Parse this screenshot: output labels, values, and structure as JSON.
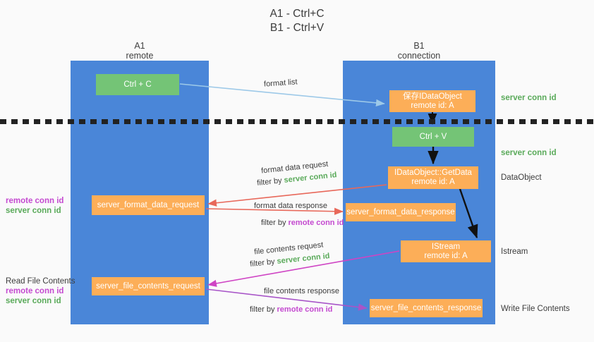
{
  "title": {
    "line1": "A1 - Ctrl+C",
    "line2": "B1 - Ctrl+V"
  },
  "lanes": [
    {
      "id": "a1",
      "name": "A1",
      "sub": "remote",
      "color": "#4a86d8"
    },
    {
      "id": "b1",
      "name": "B1",
      "sub": "connection",
      "color": "#4a86d8"
    }
  ],
  "boxes": {
    "ctrl_c": {
      "line1": "Ctrl + C",
      "color": "#74c476"
    },
    "save_dataobject": {
      "line1": "保存IDataObject",
      "line2": "remote id: A",
      "color": "#fcae58"
    },
    "ctrl_v": {
      "line1": "Ctrl + V",
      "color": "#74c476"
    },
    "getdata": {
      "line1": "IDataObject::GetData",
      "line2": "remote id: A",
      "color": "#fcae58"
    },
    "format_data_request": {
      "line1": "server_format_data_request",
      "color": "#fcae58"
    },
    "format_data_response": {
      "line1": "server_format_data_response",
      "color": "#fcae58"
    },
    "istream": {
      "line1": "IStream",
      "line2": "remote id: A",
      "color": "#fcae58"
    },
    "file_contents_request": {
      "line1": "server_file_contents_request",
      "color": "#fcae58"
    },
    "file_contents_response": {
      "line1": "server_file_contents_response",
      "color": "#fcae58"
    }
  },
  "edges": {
    "format_list": {
      "label": "format list",
      "color": "#9dc9e8"
    },
    "format_data_request": {
      "label": "format data request",
      "filter_prefix": "filter by ",
      "filter_value": "server conn id",
      "color": "#e8685a"
    },
    "format_data_response": {
      "label": "format data response",
      "filter_prefix": "filter by ",
      "filter_value": "remote conn id",
      "color": "#e8685a"
    },
    "file_contents_request": {
      "label": "file contents request",
      "filter_prefix": "filter by ",
      "filter_value": "server conn id",
      "color": "#cf44c4"
    },
    "file_contents_response": {
      "label": "file contents response",
      "filter_prefix": "filter by ",
      "filter_value": "remote conn id",
      "color": "#a855c8"
    }
  },
  "right_labels": {
    "server_conn_id_top": "server conn id",
    "server_conn_id_mid": "server conn id",
    "dataobject": "DataObject",
    "istream": "Istream",
    "write_file_contents": "Write File Contents"
  },
  "left_labels": {
    "group1_remote": "remote conn id",
    "group1_server": "server conn id",
    "read_file_contents": "Read File Contents",
    "group2_remote": "remote conn id",
    "group2_server": "server conn id"
  },
  "colors": {
    "lane": "#4a86d8",
    "green": "#74c476",
    "orange": "#fcae58",
    "green_text": "#5aaa5a",
    "magenta_text": "#c44ad0",
    "divider": "#222222",
    "background": "#fafafa"
  }
}
